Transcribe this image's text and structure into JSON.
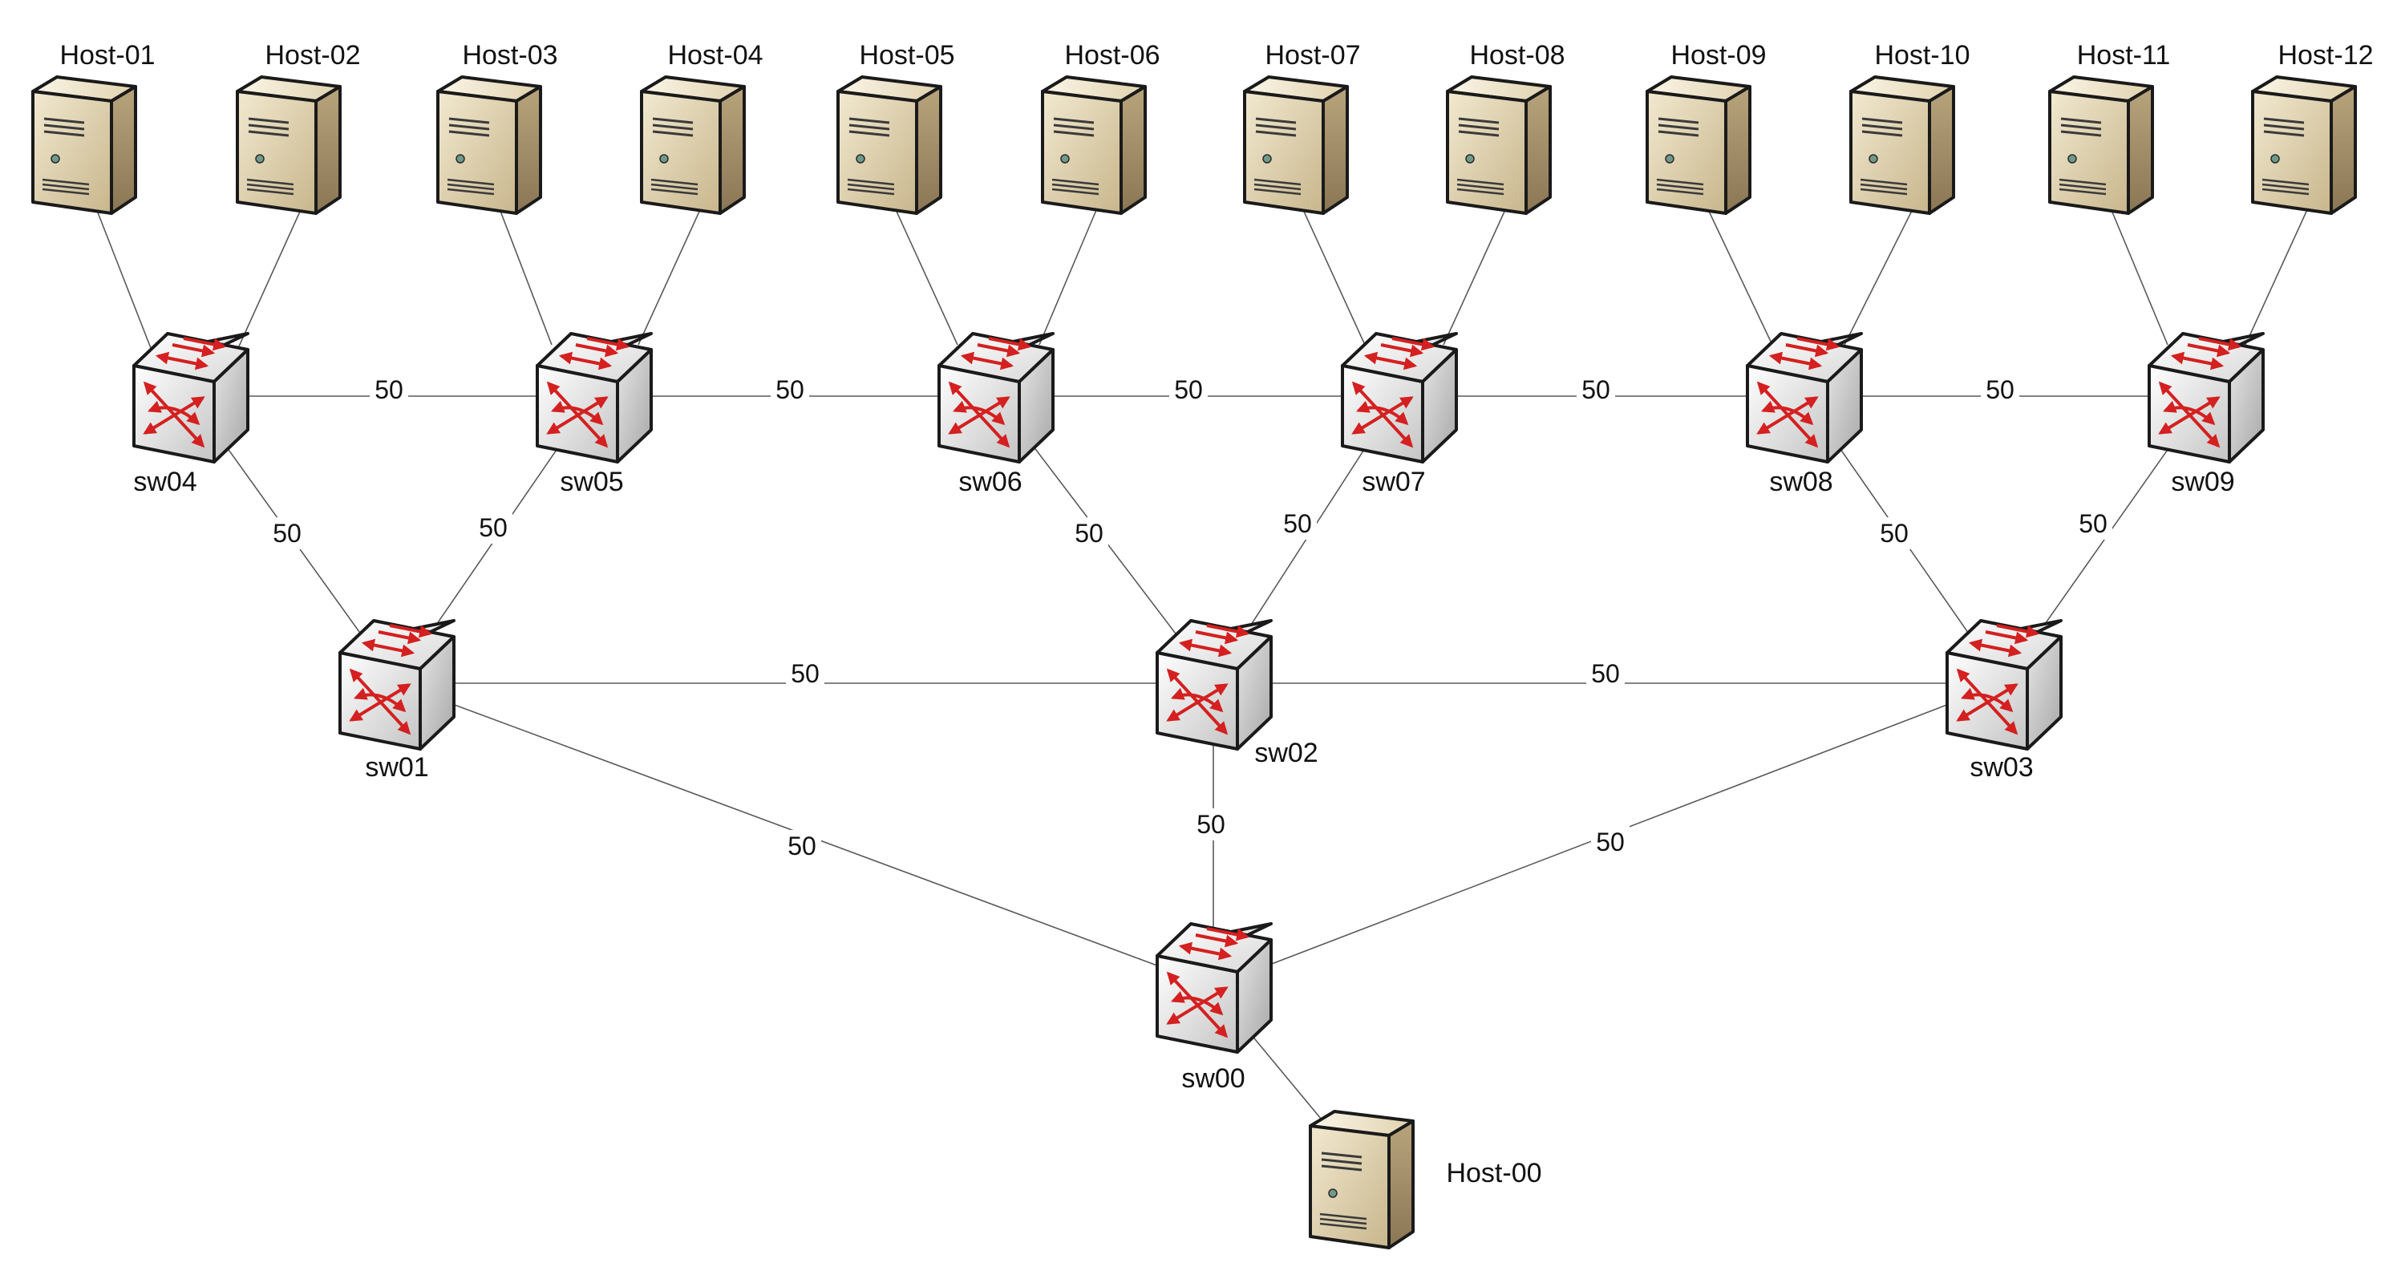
{
  "colors": {
    "link": "#5a5a5a",
    "switch_arrow": "#d42020",
    "server_face": "#d8c8a0",
    "server_side": "#a89470",
    "outline": "#1a1a1a"
  },
  "icons": {
    "switch": "network-switch-icon",
    "host": "server-tower-icon"
  },
  "switches": [
    {
      "id": "sw00",
      "label": "sw00"
    },
    {
      "id": "sw01",
      "label": "sw01"
    },
    {
      "id": "sw02",
      "label": "sw02"
    },
    {
      "id": "sw03",
      "label": "sw03"
    },
    {
      "id": "sw04",
      "label": "sw04"
    },
    {
      "id": "sw05",
      "label": "sw05"
    },
    {
      "id": "sw06",
      "label": "sw06"
    },
    {
      "id": "sw07",
      "label": "sw07"
    },
    {
      "id": "sw08",
      "label": "sw08"
    },
    {
      "id": "sw09",
      "label": "sw09"
    }
  ],
  "hosts": [
    {
      "id": "h00",
      "label": "Host-00"
    },
    {
      "id": "h01",
      "label": "Host-01"
    },
    {
      "id": "h02",
      "label": "Host-02"
    },
    {
      "id": "h03",
      "label": "Host-03"
    },
    {
      "id": "h04",
      "label": "Host-04"
    },
    {
      "id": "h05",
      "label": "Host-05"
    },
    {
      "id": "h06",
      "label": "Host-06"
    },
    {
      "id": "h07",
      "label": "Host-07"
    },
    {
      "id": "h08",
      "label": "Host-08"
    },
    {
      "id": "h09",
      "label": "Host-09"
    },
    {
      "id": "h10",
      "label": "Host-10"
    },
    {
      "id": "h11",
      "label": "Host-11"
    },
    {
      "id": "h12",
      "label": "Host-12"
    }
  ],
  "links": [
    {
      "from": "sw04",
      "to": "sw05",
      "label": "50"
    },
    {
      "from": "sw05",
      "to": "sw06",
      "label": "50"
    },
    {
      "from": "sw06",
      "to": "sw07",
      "label": "50"
    },
    {
      "from": "sw07",
      "to": "sw08",
      "label": "50"
    },
    {
      "from": "sw08",
      "to": "sw09",
      "label": "50"
    },
    {
      "from": "sw04",
      "to": "sw01",
      "label": "50"
    },
    {
      "from": "sw05",
      "to": "sw01",
      "label": "50"
    },
    {
      "from": "sw06",
      "to": "sw02",
      "label": "50"
    },
    {
      "from": "sw07",
      "to": "sw02",
      "label": "50"
    },
    {
      "from": "sw08",
      "to": "sw03",
      "label": "50"
    },
    {
      "from": "sw09",
      "to": "sw03",
      "label": "50"
    },
    {
      "from": "sw01",
      "to": "sw02",
      "label": "50"
    },
    {
      "from": "sw02",
      "to": "sw03",
      "label": "50"
    },
    {
      "from": "sw01",
      "to": "sw00",
      "label": "50"
    },
    {
      "from": "sw02",
      "to": "sw00",
      "label": "50"
    },
    {
      "from": "sw03",
      "to": "sw00",
      "label": "50"
    },
    {
      "from": "h01",
      "to": "sw04",
      "label": ""
    },
    {
      "from": "h02",
      "to": "sw04",
      "label": ""
    },
    {
      "from": "h03",
      "to": "sw05",
      "label": ""
    },
    {
      "from": "h04",
      "to": "sw05",
      "label": ""
    },
    {
      "from": "h05",
      "to": "sw06",
      "label": ""
    },
    {
      "from": "h06",
      "to": "sw06",
      "label": ""
    },
    {
      "from": "h07",
      "to": "sw07",
      "label": ""
    },
    {
      "from": "h08",
      "to": "sw07",
      "label": ""
    },
    {
      "from": "h09",
      "to": "sw08",
      "label": ""
    },
    {
      "from": "h10",
      "to": "sw08",
      "label": ""
    },
    {
      "from": "h11",
      "to": "sw09",
      "label": ""
    },
    {
      "from": "h12",
      "to": "sw09",
      "label": ""
    },
    {
      "from": "sw00",
      "to": "h00",
      "label": ""
    }
  ]
}
